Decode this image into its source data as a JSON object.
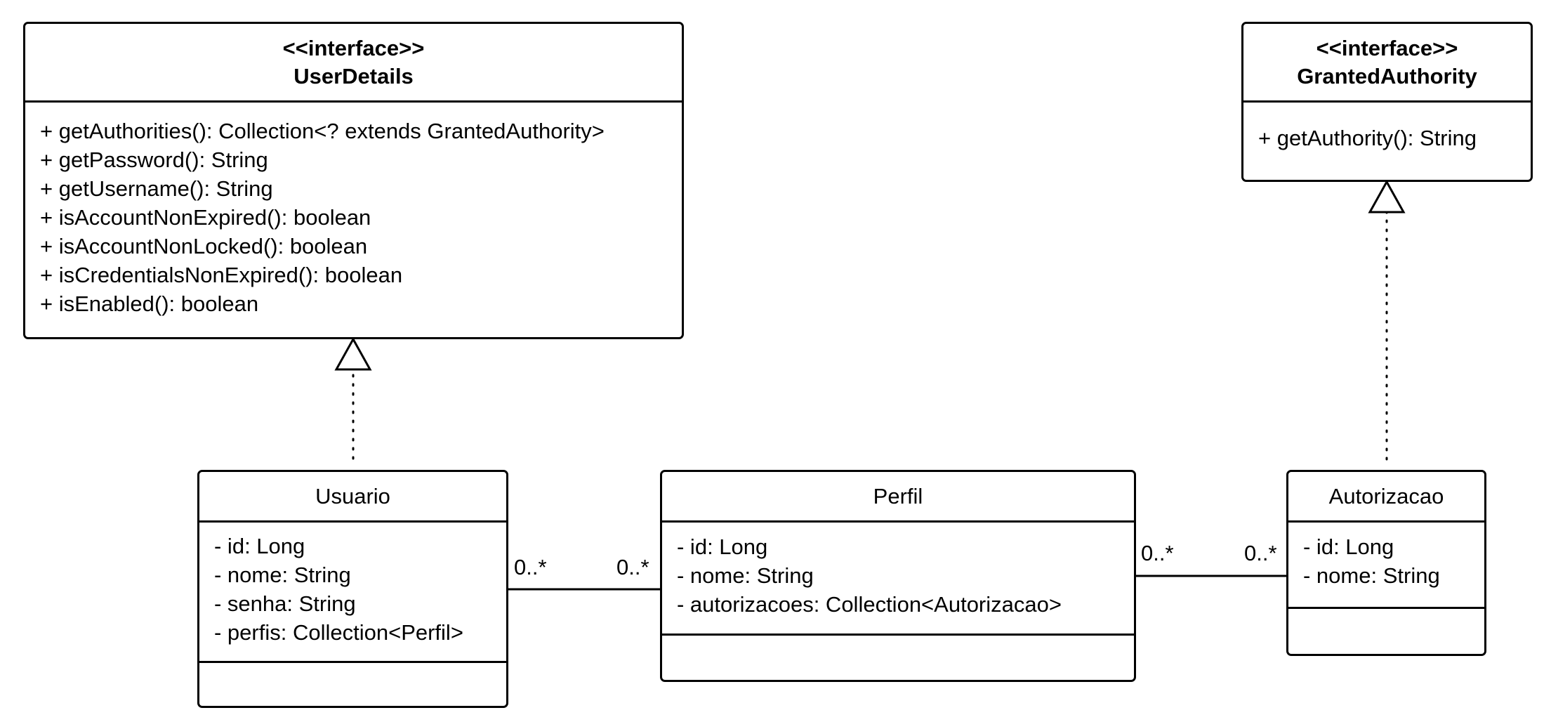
{
  "classes": {
    "userdetails": {
      "stereotype": "<<interface>>",
      "name": "UserDetails",
      "attributes": [],
      "operations": [
        "+ getAuthorities(): Collection<? extends GrantedAuthority>",
        "+ getPassword(): String",
        "+ getUsername(): String",
        "+ isAccountNonExpired(): boolean",
        "+ isAccountNonLocked(): boolean",
        "+ isCredentialsNonExpired(): boolean",
        "+ isEnabled(): boolean"
      ]
    },
    "grantedauthority": {
      "stereotype": "<<interface>>",
      "name": "GrantedAuthority",
      "attributes": [],
      "operations": [
        "+ getAuthority(): String"
      ]
    },
    "usuario": {
      "name": "Usuario",
      "attributes": [
        "- id: Long",
        "- nome: String",
        "- senha: String",
        "- perfis: Collection<Perfil>"
      ],
      "operations": []
    },
    "perfil": {
      "name": "Perfil",
      "attributes": [
        "- id: Long",
        "- nome: String",
        "- autorizacoes: Collection<Autorizacao>"
      ],
      "operations": []
    },
    "autorizacao": {
      "name": "Autorizacao",
      "attributes": [
        "- id: Long",
        "- nome: String"
      ],
      "operations": []
    }
  },
  "relationships": [
    {
      "type": "realization",
      "from": "Usuario",
      "to": "UserDetails"
    },
    {
      "type": "realization",
      "from": "Autorizacao",
      "to": "GrantedAuthority"
    },
    {
      "type": "association",
      "from": "Usuario",
      "to": "Perfil",
      "from_multiplicity": "0..*",
      "to_multiplicity": "0..*"
    },
    {
      "type": "association",
      "from": "Perfil",
      "to": "Autorizacao",
      "from_multiplicity": "0..*",
      "to_multiplicity": "0..*"
    }
  ],
  "colors": {
    "line": "#000000",
    "background": "#ffffff"
  }
}
